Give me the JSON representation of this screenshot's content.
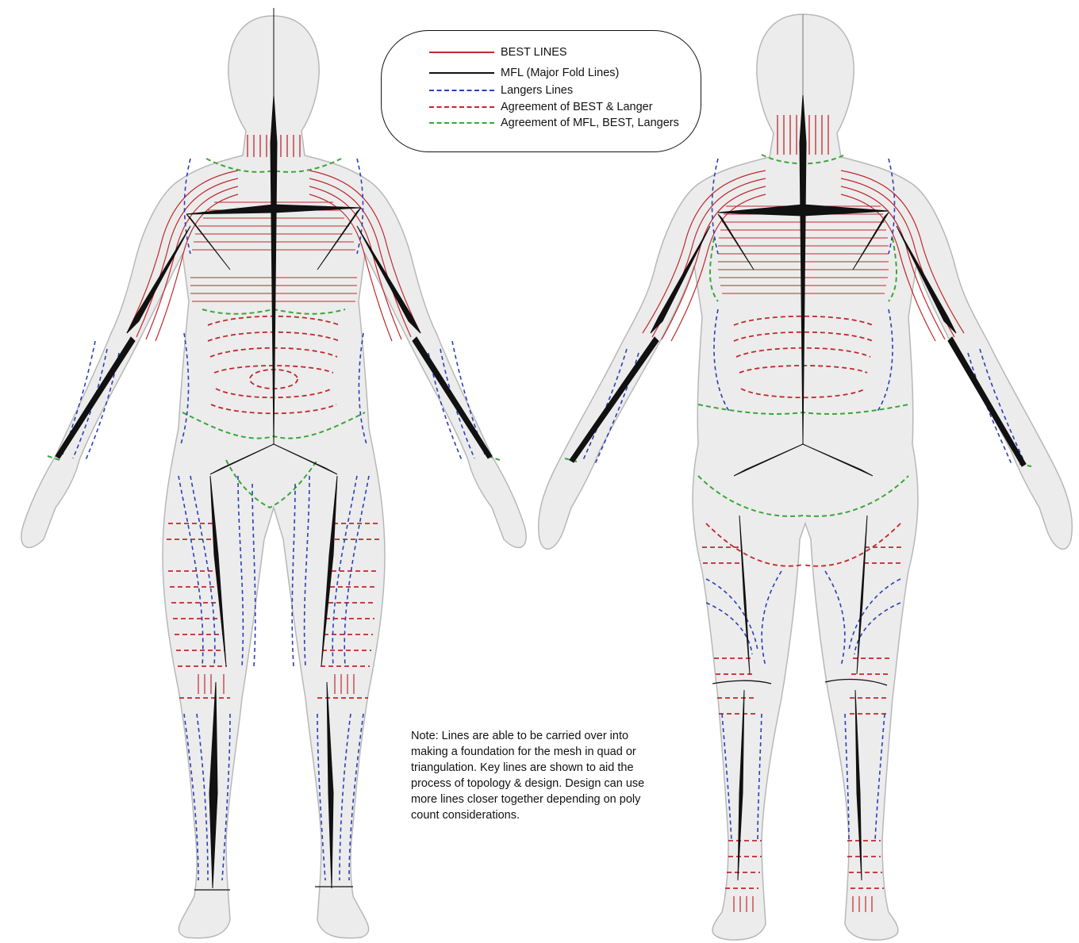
{
  "legend": {
    "items": [
      {
        "label": "BEST LINES",
        "color": "#c0282d",
        "style": "solid"
      },
      {
        "label": "MFL (Major Fold Lines)",
        "color": "#111111",
        "style": "solid"
      },
      {
        "label": "Langers Lines",
        "color": "#2b3fb8",
        "style": "dashed"
      },
      {
        "label": "Agreement of  BEST & Langer",
        "color": "#c0282d",
        "style": "dashed"
      },
      {
        "label": "Agreement of MFL, BEST, Langers",
        "color": "#3aa63a",
        "style": "dashed"
      }
    ]
  },
  "note": "Note: Lines are able to be carried over into\nmaking a foundation for the mesh in quad or\ntriangulation. Key lines are shown to aid the\nprocess of topology & design.  Design can use\nmore lines closer together depending on poly\ncount considerations.",
  "colors": {
    "best": "#c0282d",
    "mfl": "#111111",
    "langer": "#2b3fb8",
    "agree_best_langer": "#c0282d",
    "agree_all": "#3aa63a",
    "body_fill": "#ececec",
    "body_stroke": "#b8b8b8"
  }
}
